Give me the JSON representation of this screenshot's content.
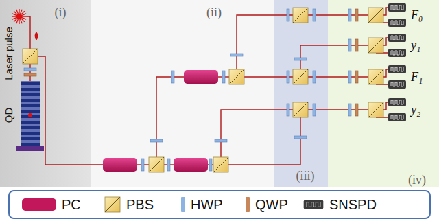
{
  "diagram": {
    "nodes": [
      {
        "text": [
          "(i)"
        ]
      },
      {
        "text": [
          "(ii)"
        ]
      },
      {
        "text": [
          "(iii)"
        ]
      },
      {
        "text": [
          "(iv)"
        ]
      }
    ],
    "labels": [
      "Laser pulse",
      "QD",
      "F₀",
      "y₁",
      "F₁",
      "y₂"
    ],
    "legend": [
      {
        "text": "PC",
        "color": "#c2185b"
      },
      {
        "text": "PBS"
      },
      {
        "text": "HWP",
        "color": "#8db3e2"
      },
      {
        "text": "QWP",
        "color": "#c8875a"
      },
      {
        "text": "SNSPD"
      }
    ]
  }
}
